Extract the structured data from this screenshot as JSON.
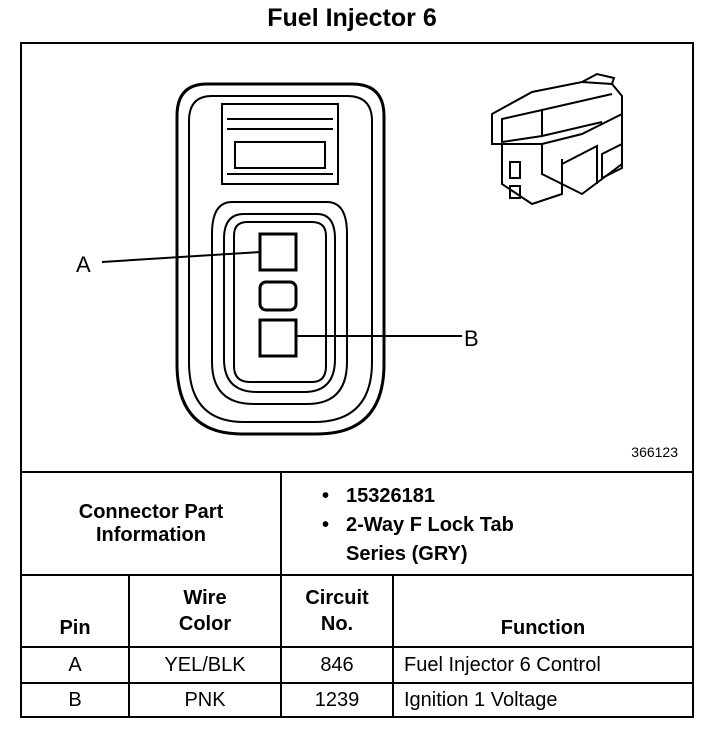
{
  "title": "Fuel Injector 6",
  "figure_id": "366123",
  "pins_callouts": {
    "a": "A",
    "b": "B"
  },
  "connector_info": {
    "label_line1": "Connector Part",
    "label_line2": "Information",
    "part_number": "15326181",
    "desc_line1": "2-Way F Lock Tab",
    "desc_line2": "Series (GRY)"
  },
  "table": {
    "headers": {
      "pin": "Pin",
      "wire_line1": "Wire",
      "wire_line2": "Color",
      "circuit_line1": "Circuit",
      "circuit_line2": "No.",
      "function": "Function"
    },
    "rows": [
      {
        "pin": "A",
        "wire": "YEL/BLK",
        "circuit": "846",
        "function": "Fuel Injector 6 Control"
      },
      {
        "pin": "B",
        "wire": "PNK",
        "circuit": "1239",
        "function": "Ignition 1 Voltage"
      }
    ]
  }
}
